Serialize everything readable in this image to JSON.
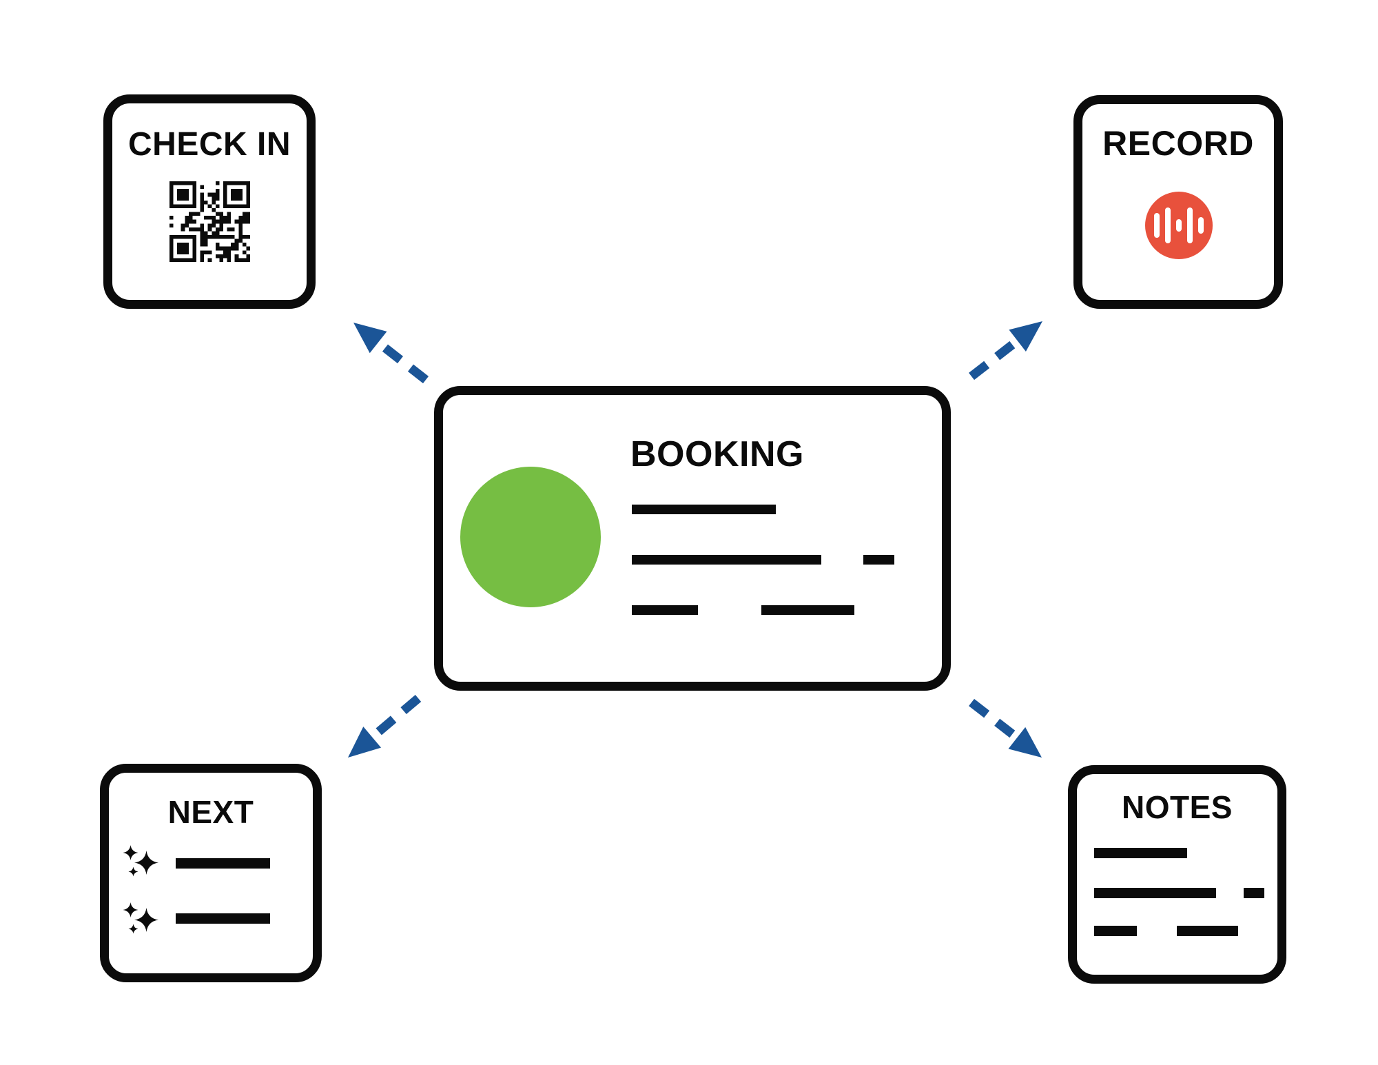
{
  "diagram": {
    "description": "Central booking card linked by dashed arrows to four action nodes",
    "colors": {
      "outline": "#0b0b0b",
      "arrow": "#1b5597",
      "avatar_green": "#76be43",
      "record_red": "#e8513c",
      "background": "#ffffff"
    },
    "nodes": {
      "booking": {
        "title": "BOOKING",
        "icon": "avatar-circle-icon"
      },
      "check_in": {
        "title": "CHECK IN",
        "icon": "qr-code-icon"
      },
      "record": {
        "title": "RECORD",
        "icon": "voice-waveform-icon"
      },
      "next": {
        "title": "NEXT",
        "icon": "sparkle-list-icon"
      },
      "notes": {
        "title": "NOTES",
        "icon": "note-lines-icon"
      }
    },
    "connections": [
      {
        "from": "booking",
        "to": "check_in",
        "style": "dashed-arrow"
      },
      {
        "from": "booking",
        "to": "record",
        "style": "dashed-arrow"
      },
      {
        "from": "booking",
        "to": "next",
        "style": "dashed-arrow"
      },
      {
        "from": "booking",
        "to": "notes",
        "style": "dashed-arrow"
      }
    ]
  }
}
